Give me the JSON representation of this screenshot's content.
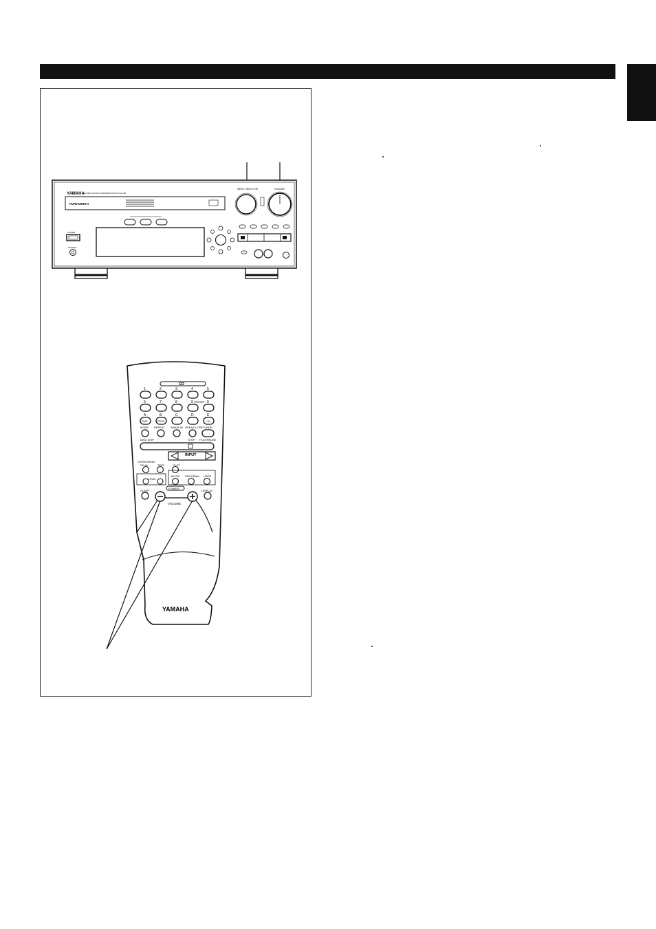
{
  "receiver": {
    "brand": "YAMAHA",
    "model_line": "NATURAL SOUND AV RECEIVER WITH CD PLAYER",
    "pure_direct_label": "PURE DIRECT",
    "input_selector_label": "INPUT SELECTOR",
    "volume_label": "VOLUME",
    "power_label": "POWER",
    "phones_label": "PHONES"
  },
  "remote": {
    "brand": "YAMAHA",
    "cd_label": "CD",
    "number_labels": [
      "1",
      "2",
      "3",
      "4",
      "5",
      "6",
      "7",
      "8",
      "9",
      "0"
    ],
    "preset_label": "PRESET",
    "letter_labels": [
      "A",
      "B",
      "C",
      "D",
      "E"
    ],
    "time_label": "TIME",
    "prog_label": "PROG",
    "plus10_label": "+10",
    "mode_label": "MODE",
    "repeat_label": "REPEAT",
    "random_label": "RANDOM",
    "open_close_label": "OPEN/CLOSE",
    "tuner_label": "TUNER",
    "disc_skip_label": "DISC SKIP",
    "stop_label": "STOP",
    "play_pause_label": "PLAY/PAUSE",
    "input_label": "INPUT",
    "center_rear_label": "CENTER/REAR",
    "delay_label": "DELAY",
    "test_label": "TEST",
    "flat_label": "FLAT",
    "eq_level_label": "LEVEL",
    "music_label": "MUSIC",
    "program_label": "PROGRAM",
    "user_label": "USER",
    "sleep_label": "SLEEP",
    "display_label": "DISPLAY",
    "power_label": "POWER",
    "volume_label": "VOLUME"
  }
}
